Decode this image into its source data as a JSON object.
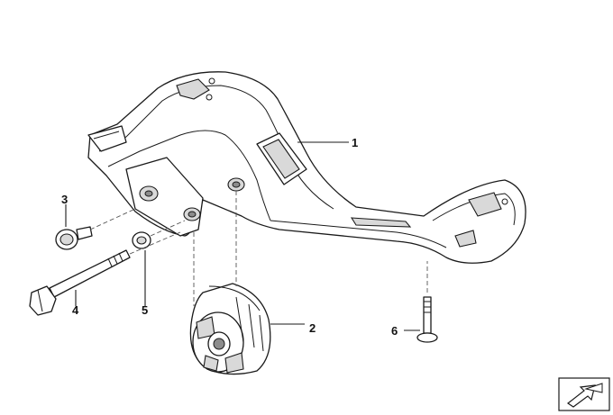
{
  "callouts": [
    {
      "id": "1",
      "label": "1",
      "part": "rear-axle-carrier"
    },
    {
      "id": "2",
      "label": "2",
      "part": "rubber-mount"
    },
    {
      "id": "3",
      "label": "3",
      "part": "buffer-cap"
    },
    {
      "id": "4",
      "label": "4",
      "part": "long-hex-bolt"
    },
    {
      "id": "5",
      "label": "5",
      "part": "washer"
    },
    {
      "id": "6",
      "label": "6",
      "part": "screw"
    }
  ],
  "corner_icon": "view-direction-arrow-icon",
  "colors": {
    "line": "#1a1a1a",
    "shade": "#d9d9d9",
    "dark": "#8c8c8c",
    "background": "#ffffff"
  }
}
